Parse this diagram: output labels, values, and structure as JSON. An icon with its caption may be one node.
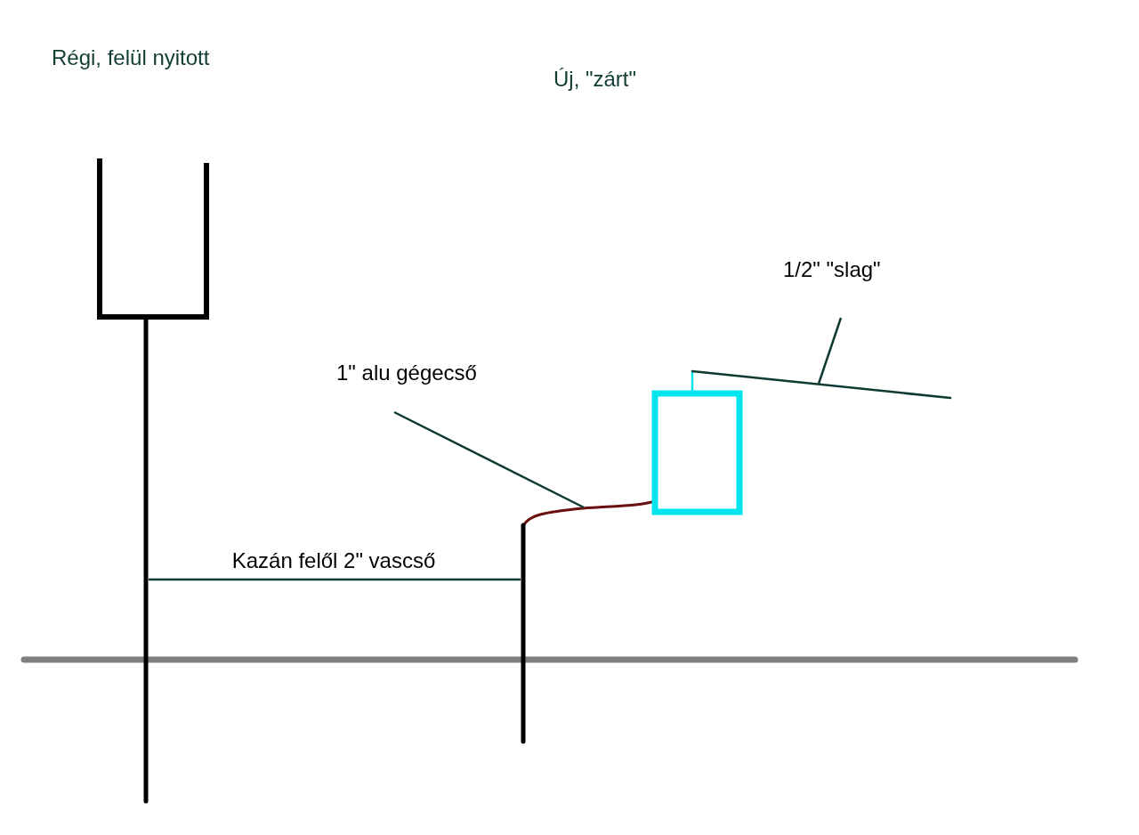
{
  "diagram": {
    "nodes": [
      {
        "text": [
          "1\" alu gégecső"
        ]
      },
      {
        "text": [],
        "shape": "pipe"
      },
      {
        "text": [
          "1/2\" \"slag\""
        ]
      },
      {
        "text": [],
        "shape": "pipe"
      },
      {
        "text": [],
        "shape": "box"
      },
      {
        "text": [],
        "shape": "pipe"
      },
      {
        "text": [],
        "shape": "pipe"
      },
      {
        "text": [],
        "shape": "box"
      }
    ],
    "edges": [
      {
        "from": 0,
        "to": 1,
        "arrow": "none"
      },
      {
        "from": 2,
        "to": 3,
        "arrow": "none"
      },
      {
        "from": 5,
        "to": 6,
        "arrow": "none",
        "label": "Kazán felől 2\" vascső"
      }
    ],
    "labels": [
      "Régi, felül nyitott",
      "Új, \"zárt\""
    ]
  }
}
